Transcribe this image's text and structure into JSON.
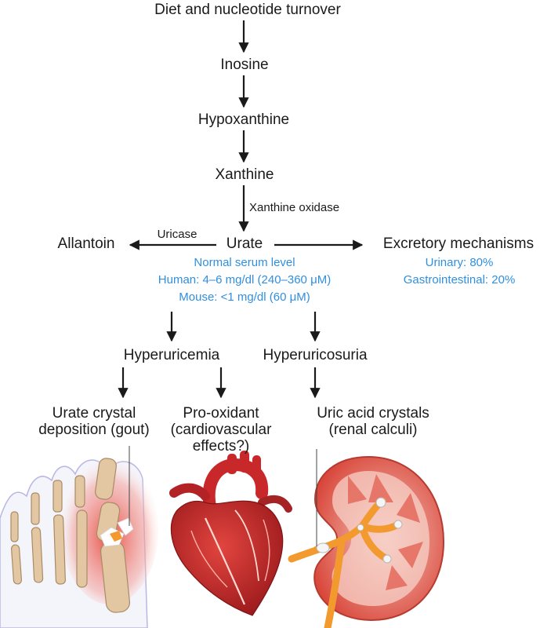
{
  "pathway": {
    "diet": "Diet and nucleotide turnover",
    "inosine": "Inosine",
    "hypoxanthine": "Hypoxanthine",
    "xanthine": "Xanthine",
    "xanthine_oxidase": "Xanthine oxidase",
    "urate": "Urate",
    "allantoin": "Allantoin",
    "uricase": "Uricase",
    "excretory": "Excretory mechanisms"
  },
  "serum": {
    "heading": "Normal serum level",
    "human": "Human: 4–6 mg/dl (240–360 μM)",
    "mouse": "Mouse: <1 mg/dl (60 μM)"
  },
  "excretion": {
    "urinary": "Urinary: 80%",
    "gastrointestinal": "Gastrointestinal: 20%"
  },
  "outcomes": {
    "hyperuricemia": "Hyperuricemia",
    "hyperuricosuria": "Hyperuricosuria",
    "gout_line1": "Urate crystal",
    "gout_line2": "deposition (gout)",
    "oxidant_line1": "Pro-oxidant",
    "oxidant_line2": "(cardiovascular",
    "oxidant_line3": "effects?)",
    "uric_line1": "Uric acid crystals",
    "uric_line2": "(renal calculi)"
  },
  "colors": {
    "blue_text": "#2f8fe0",
    "bone": "#e3c7a2",
    "inflamed": "#e8443a",
    "heart": "#c8282a",
    "kidney": "#e9a59a",
    "ureter": "#f29a2e"
  },
  "icons": [
    "foot-bones-illustration",
    "heart-illustration",
    "kidney-illustration"
  ]
}
